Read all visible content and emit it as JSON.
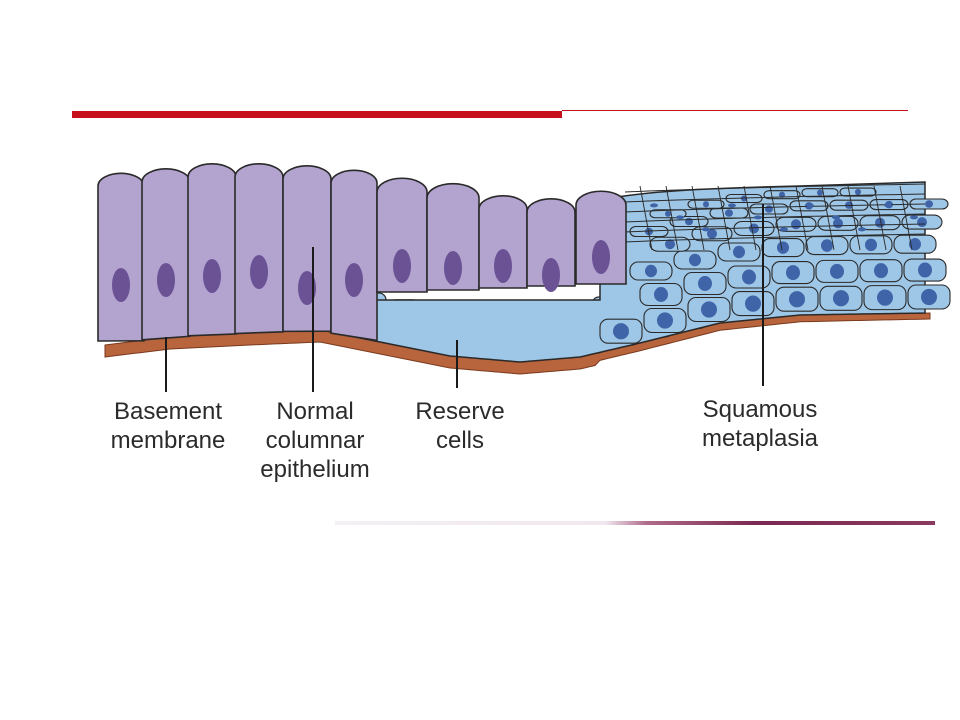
{
  "colors": {
    "accent_red": "#c8101a",
    "columnar_cell": "#b3a3cf",
    "columnar_nucleus": "#6a5295",
    "squamous_cell": "#9ec6e6",
    "squamous_nucleus": "#3f64a8",
    "basement_membrane": "#b8643c",
    "outline": "#2a2a2a"
  },
  "labels": {
    "basement": [
      "Basement",
      "membrane"
    ],
    "columnar": [
      "Normal",
      "columnar",
      "epithelium"
    ],
    "reserve": [
      "Reserve",
      "cells"
    ],
    "squamous": [
      "Squamous",
      "metaplasia"
    ]
  }
}
